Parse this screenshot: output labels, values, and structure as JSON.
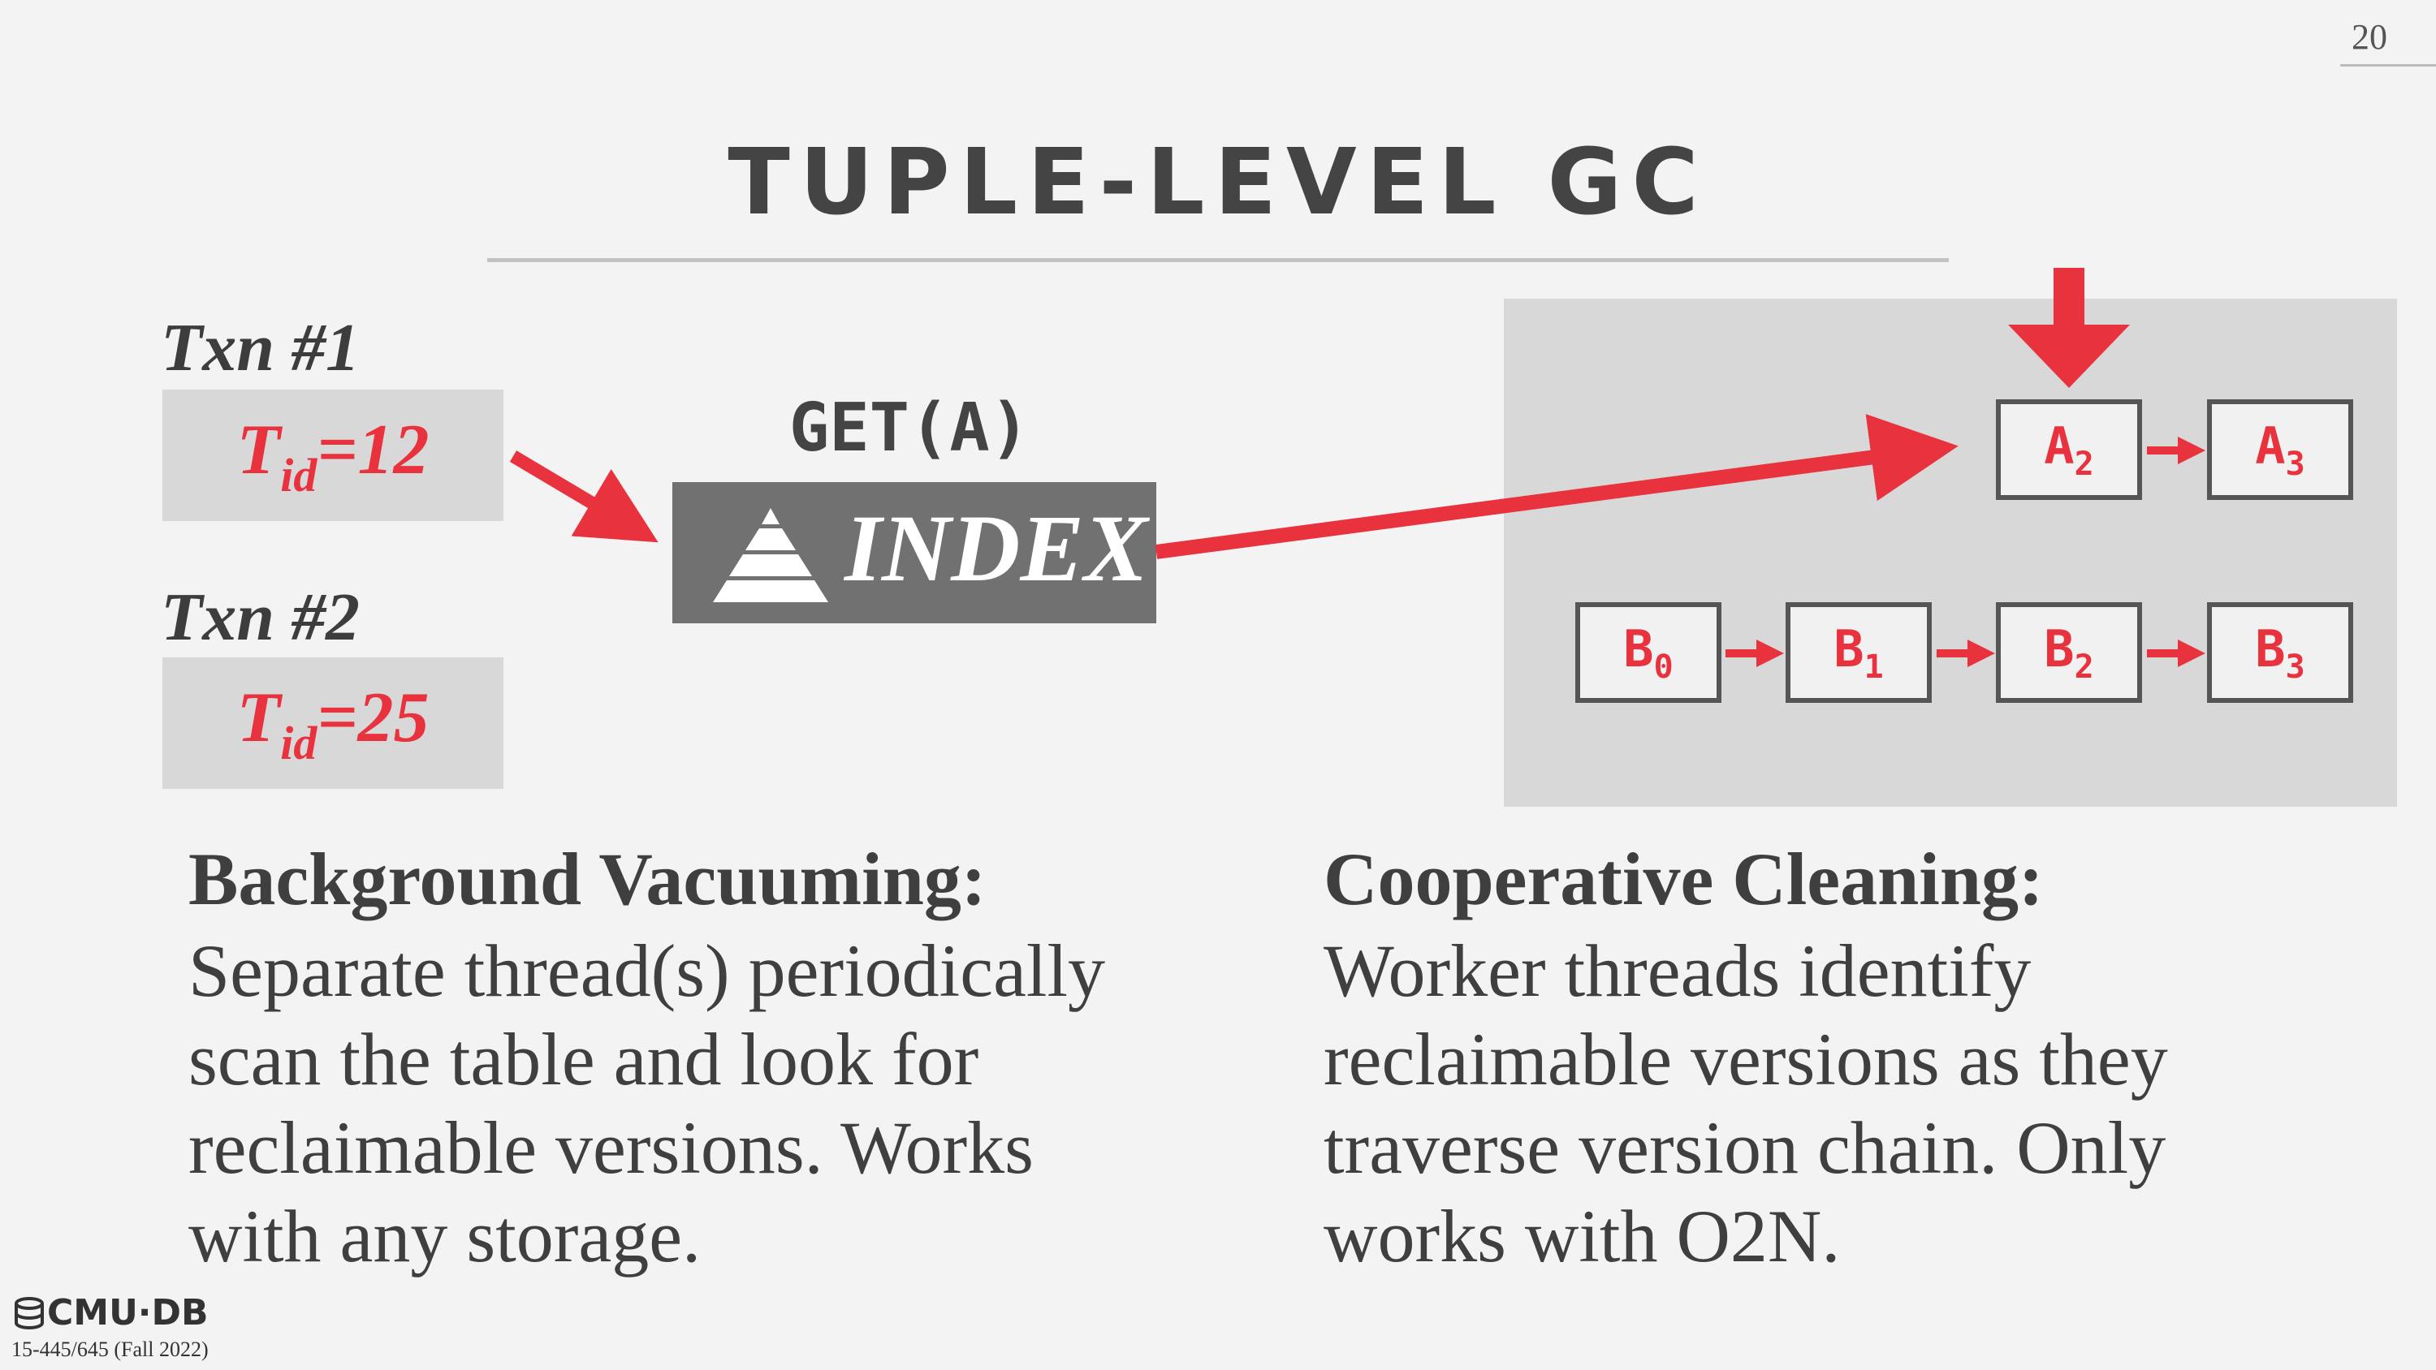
{
  "page_number": "20",
  "title": "TUPLE-LEVEL GC",
  "transactions": [
    {
      "label": "Txn #1",
      "tid_prefix": "T",
      "tid_sub": "id",
      "tid_value": "=12"
    },
    {
      "label": "Txn #2",
      "tid_prefix": "T",
      "tid_sub": "id",
      "tid_value": "=25"
    }
  ],
  "index": {
    "operation": "GET(A)",
    "label": "INDEX",
    "icon": "pyramid-icon"
  },
  "version_chains": {
    "a": [
      {
        "base": "A",
        "sub": "2"
      },
      {
        "base": "A",
        "sub": "3"
      }
    ],
    "b": [
      {
        "base": "B",
        "sub": "0"
      },
      {
        "base": "B",
        "sub": "1"
      },
      {
        "base": "B",
        "sub": "2"
      },
      {
        "base": "B",
        "sub": "3"
      }
    ]
  },
  "sections": {
    "left": {
      "heading": "Background Vacuuming:",
      "body": "Separate thread(s) periodically\nscan the table and look for\nreclaimable versions. Works\nwith any storage."
    },
    "right": {
      "heading": "Cooperative Cleaning:",
      "body": "Worker threads identify\nreclaimable versions as they\ntraverse version chain. Only\nworks with O2N."
    }
  },
  "footer": {
    "logo": "CMU·DB",
    "course": "15-445/645 (Fall 2022)"
  },
  "colors": {
    "accent": "#e8323e",
    "text": "#3f3f3f",
    "panel": "#d8d8d8",
    "index_box": "#717171"
  }
}
